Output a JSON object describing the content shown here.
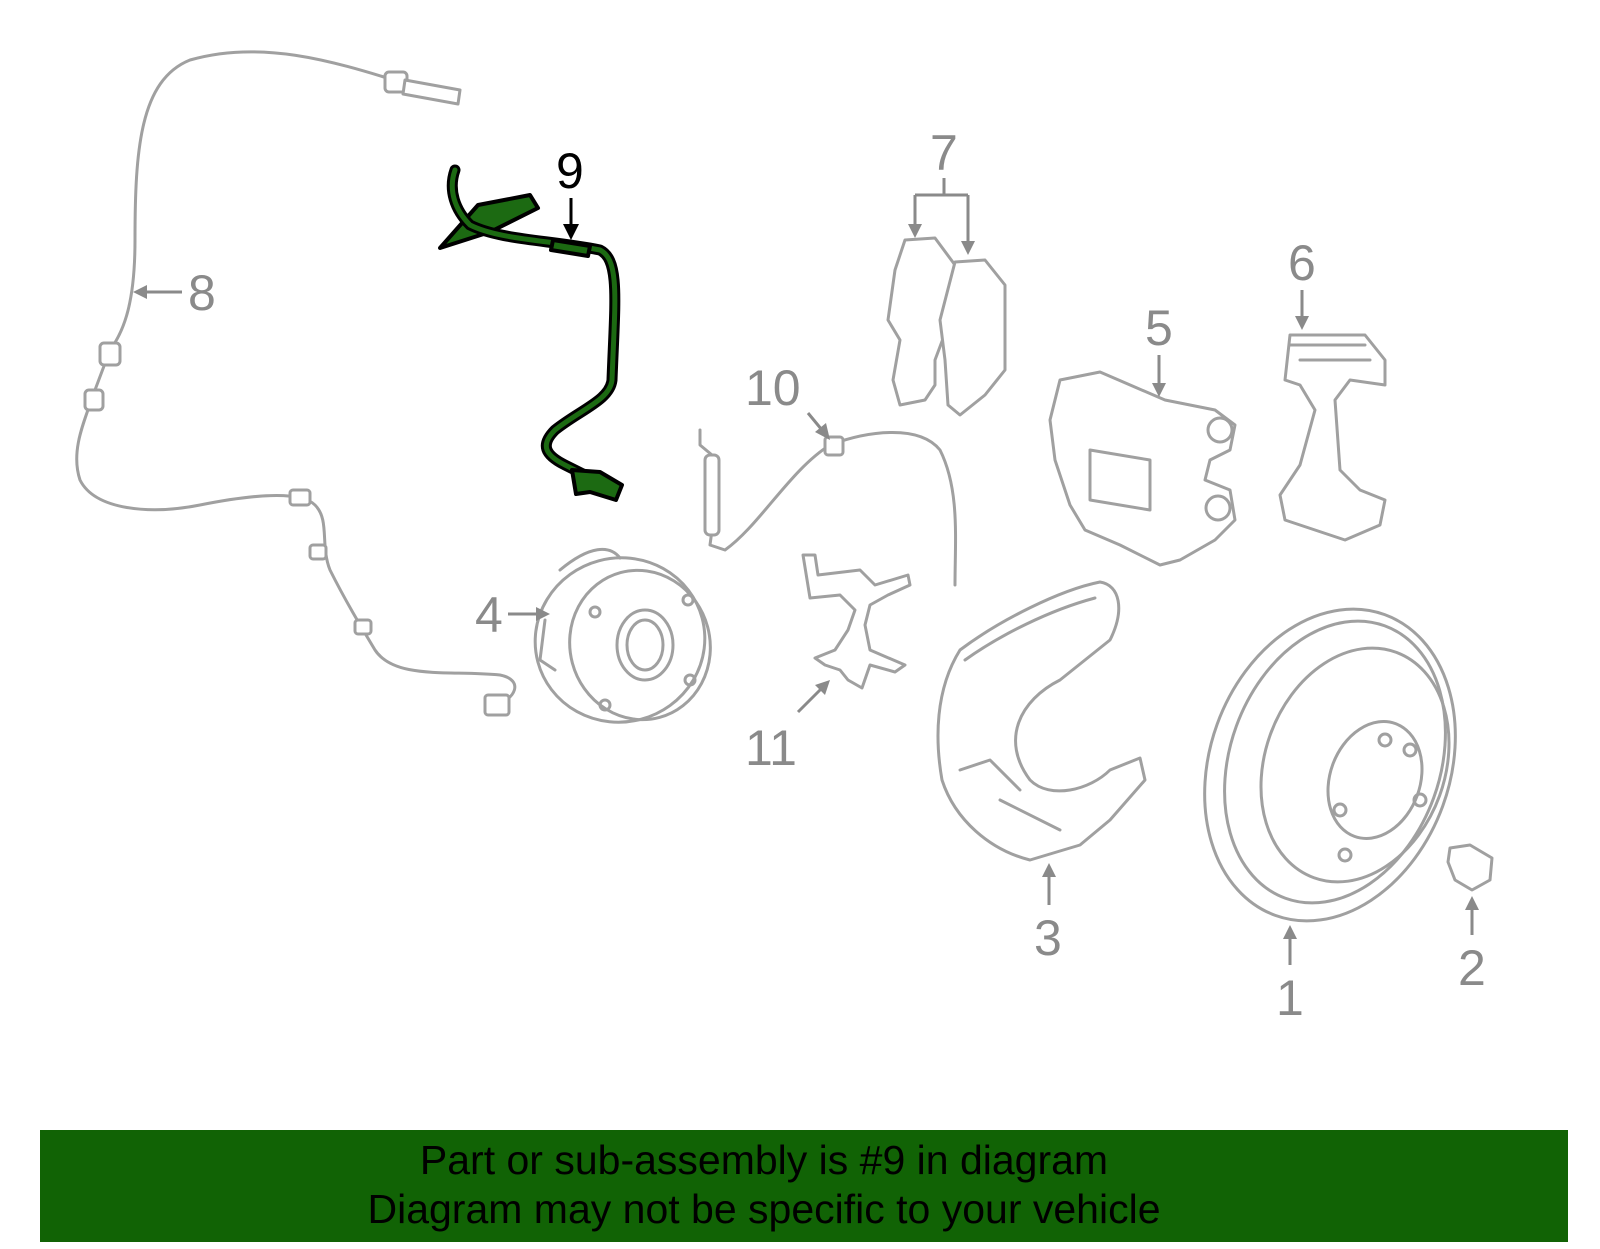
{
  "callouts": [
    "1",
    "2",
    "3",
    "4",
    "5",
    "6",
    "7",
    "8",
    "9",
    "10",
    "11"
  ],
  "highlighted_part": "9",
  "colors": {
    "banner": "#116305",
    "highlight": "#1c6a12",
    "line": "#a0a0a0"
  },
  "banner": {
    "line1": "Part or sub-assembly is #9 in diagram",
    "line2": "Diagram may not be specific to your vehicle"
  }
}
